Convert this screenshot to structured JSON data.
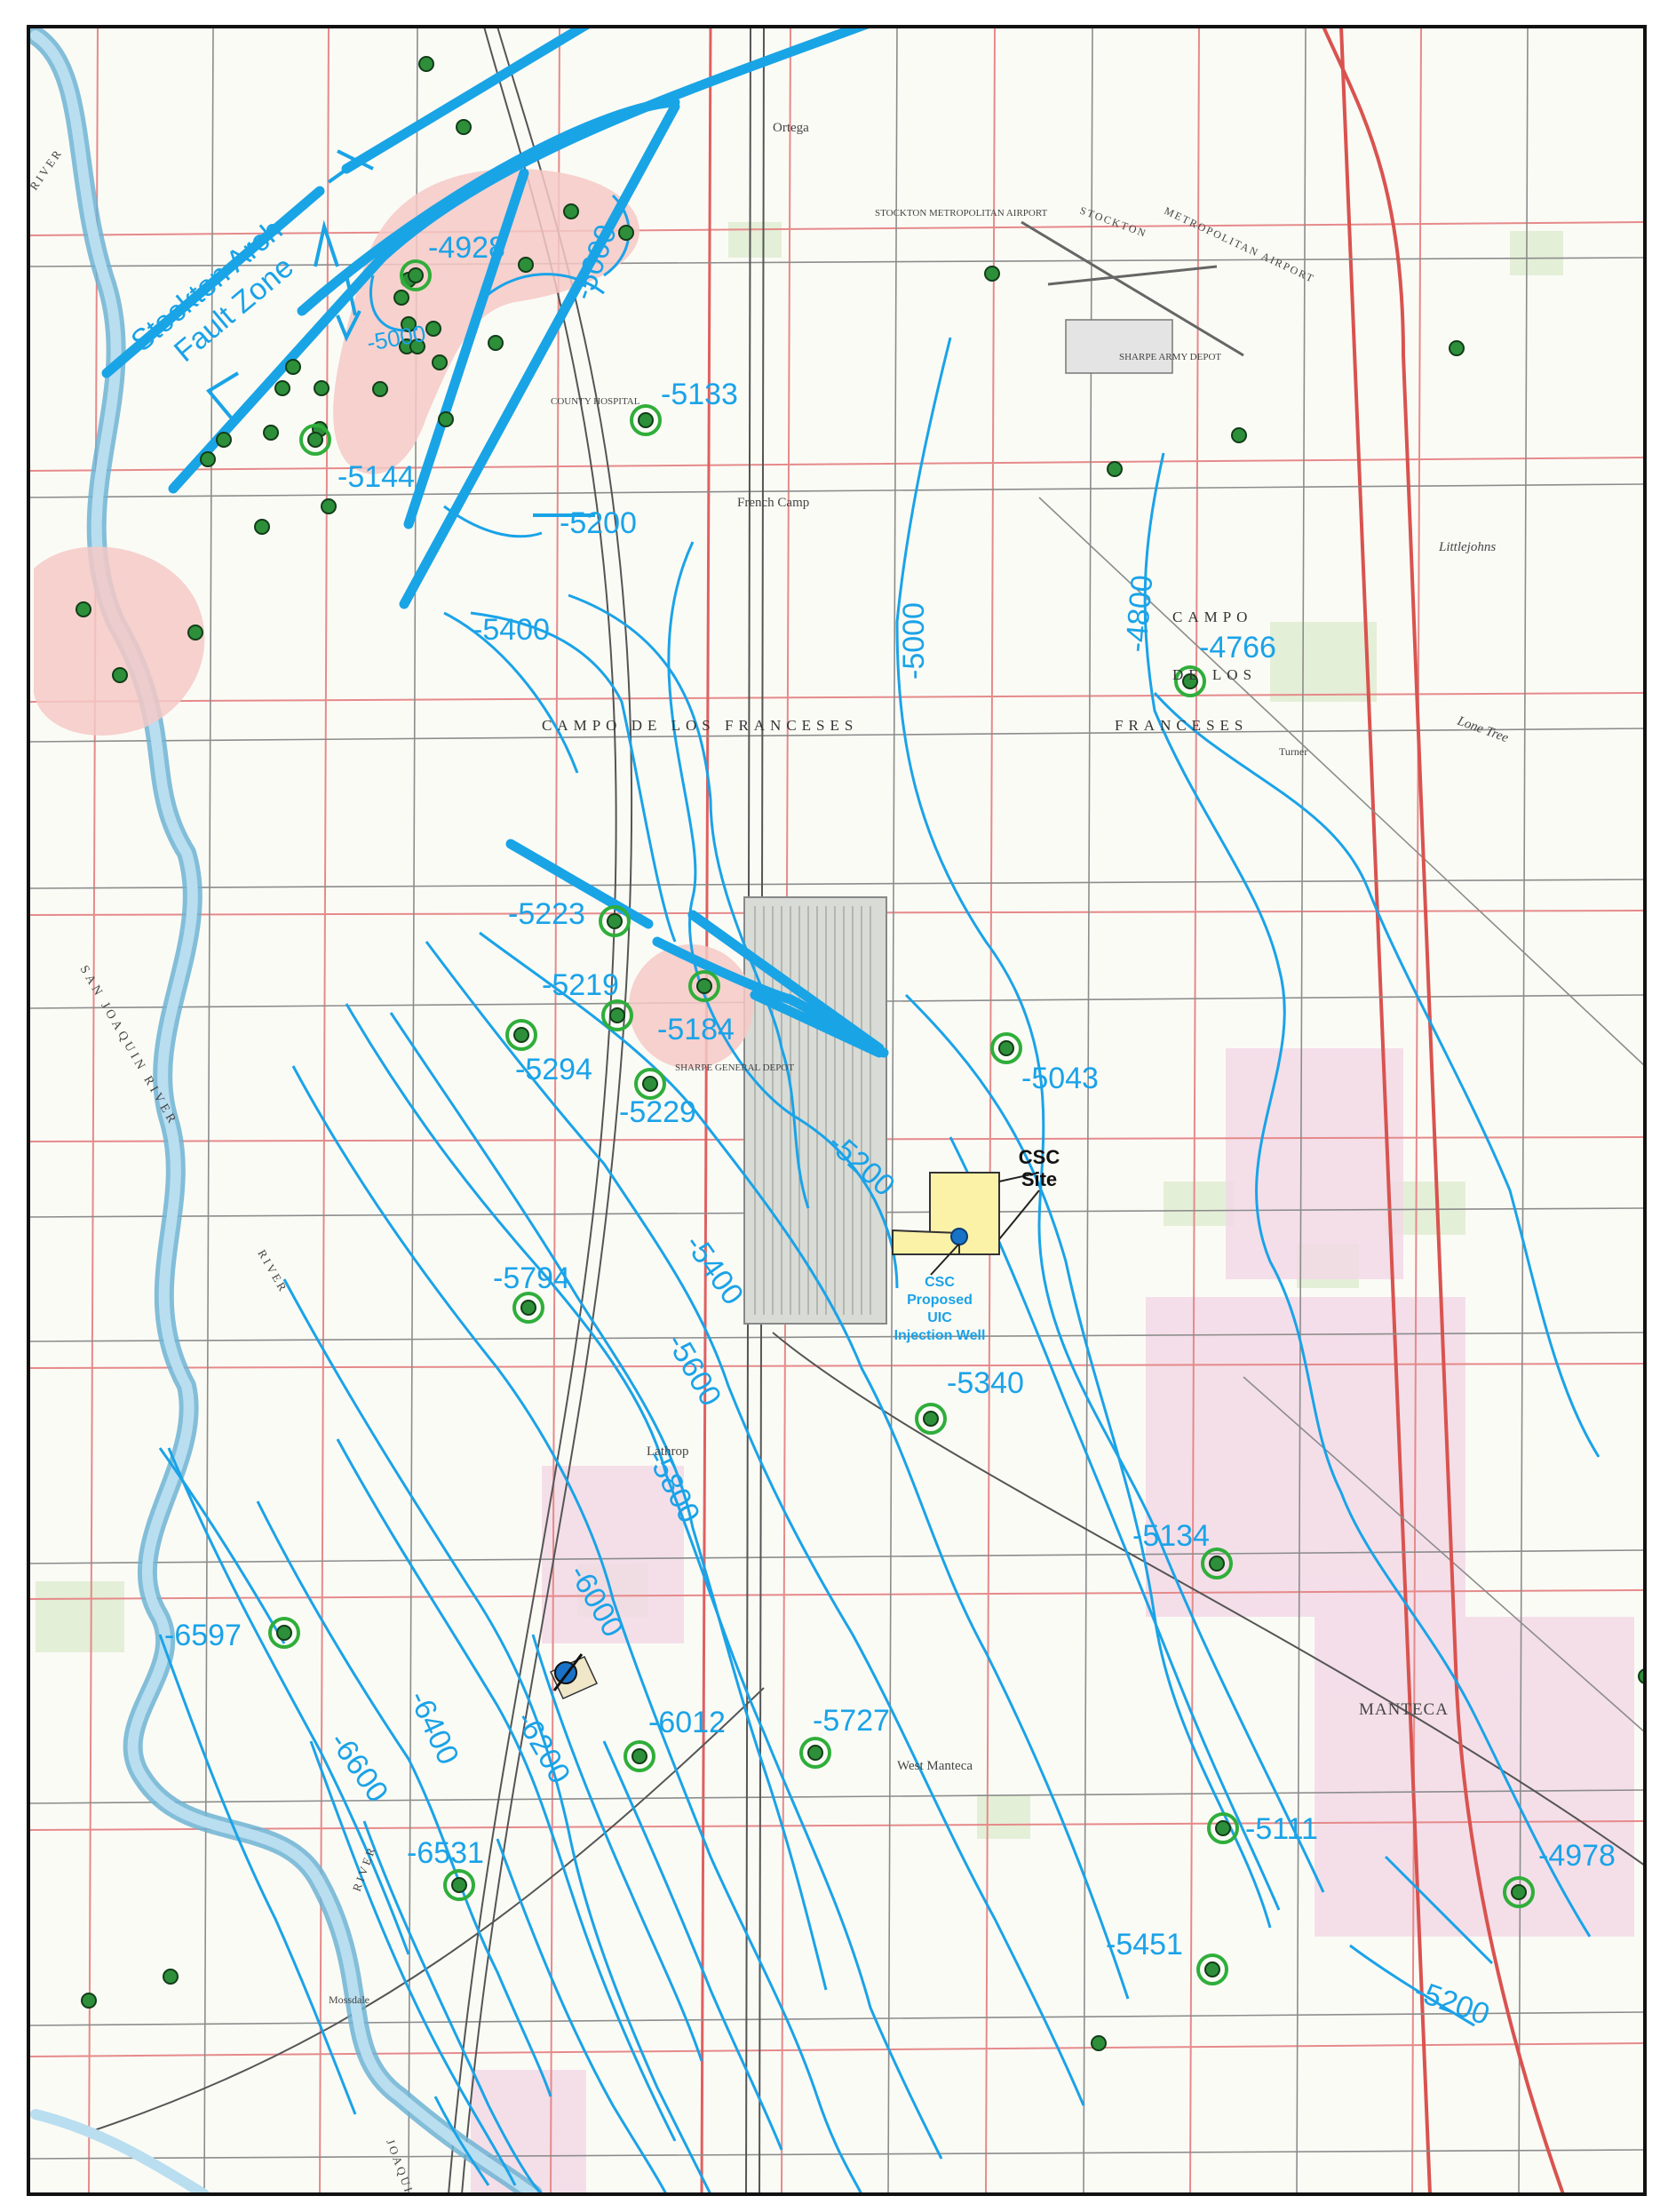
{
  "fault_zone": {
    "line1": "Stockton Arch",
    "line2": "Fault Zone"
  },
  "contour_labels": [
    "-5000",
    "-5000",
    "-5200",
    "-5400",
    "-5000",
    "-4800",
    "-5200",
    "-5400",
    "-5600",
    "-5800",
    "-6000",
    "-6200",
    "-6400",
    "-6600",
    "-5200"
  ],
  "well_labels": [
    "-4928",
    "-5144",
    "-5133",
    "-4766",
    "-5223",
    "-5219",
    "-5184",
    "-5294",
    "-5229",
    "-5043",
    "-5794",
    "-5340",
    "-5134",
    "-6597",
    "-6012",
    "-5727",
    "-5111",
    "-4978",
    "-6531",
    "-5451"
  ],
  "site": {
    "label_line1": "CSC",
    "label_line2": "Site"
  },
  "proposed_well": {
    "line1": "CSC",
    "line2": "Proposed",
    "line3": "UIC",
    "line4": "Injection Well"
  },
  "map_labels": {
    "campo_main": "CAMPO DE LOS FRANCESES",
    "campo_right_1": "CAMPO",
    "campo_right_2": "DE LOS",
    "campo_right_3": "FRANCESES",
    "french_camp": "French Camp",
    "lathrop": "Lathrop",
    "manteca": "MANTECA",
    "west_manteca": "West Manteca",
    "stockton_airport": "STOCKTON METROPOLITAN AIRPORT",
    "county_hospital": "COUNTY HOSPITAL",
    "ortega": "Ortega",
    "sharpe_depot": "SHARPE GENERAL DEPOT",
    "sharpe_army_depot": "SHARPE ARMY DEPOT",
    "littlejohns": "Littlejohns",
    "lone_tree": "Lone Tree",
    "san_joaquin_river": "SAN JOAQUIN RIVER",
    "river_top": "RIVER",
    "river_mid": "RIVER",
    "river_bottom": "RIVER",
    "joaquin": "JOAQUIN",
    "mossdale": "Mossdale",
    "turner": "Turner",
    "metropolitan_airport": "METROPOLITAN AIRPORT",
    "stockton_label": "STOCKTON"
  },
  "colors": {
    "contour": "#1aa3e8",
    "well_ring": "#2fae3a",
    "well_dot": "#2d8f3a",
    "basin_fill": "#f4c9c5",
    "site_fill": "#fbf2a8"
  }
}
